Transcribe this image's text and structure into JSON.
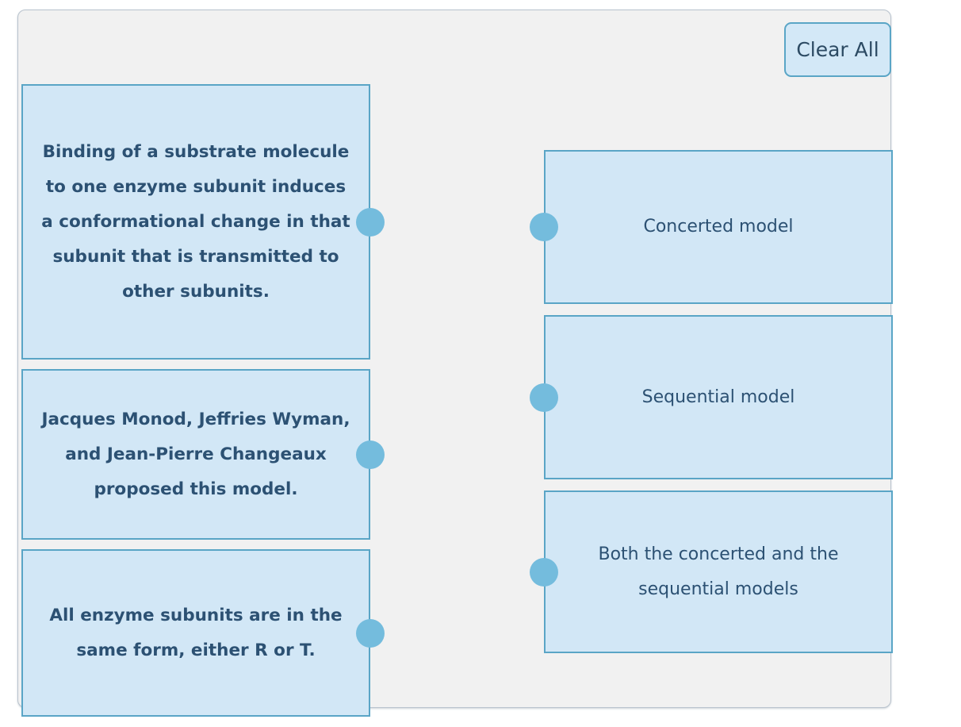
{
  "panel": {
    "name": "matching-exercise-panel",
    "background": "#f1f1f1",
    "border_color": "#b9c3ce"
  },
  "toolbar": {
    "clear_all_label": "Clear All"
  },
  "colors": {
    "card_fill": "#d2e7f6",
    "card_border": "#5aa5c6",
    "card_text": "#2c5173",
    "knob": "#74bcdd",
    "panel_background": "#f1f1f1",
    "button_fill": "#d3e8f7"
  },
  "prompts": {
    "heading": "",
    "items": [
      {
        "id": "prompt-0",
        "text": "Binding of a substrate molecule to one enzyme subunit induces a conformational change in that subunit that is transmitted to other subunits.",
        "connector": "knob-right"
      },
      {
        "id": "prompt-1",
        "text": "Jacques Monod, Jeffries Wyman, and Jean-Pierre Changeaux proposed this model.",
        "connector": "knob-right"
      },
      {
        "id": "prompt-2",
        "text": "All enzyme subunits are in the same form, either R or T.",
        "connector": "knob-right"
      }
    ]
  },
  "targets": {
    "heading": "",
    "items": [
      {
        "id": "target-0",
        "text": "Concerted model",
        "connector": "knob-left"
      },
      {
        "id": "target-1",
        "text": "Sequential model",
        "connector": "knob-left"
      },
      {
        "id": "target-2",
        "text": "Both the concerted and the sequential models",
        "connector": "knob-left"
      }
    ]
  }
}
